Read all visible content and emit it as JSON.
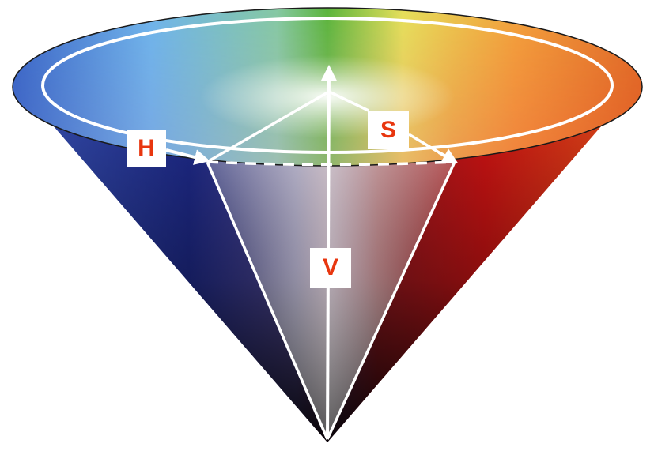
{
  "diagram": {
    "labels": {
      "hue": "H",
      "saturation": "S",
      "value": "V"
    },
    "colors": {
      "label_text": "#e8360f",
      "label_background": "#ffffff",
      "guide_lines": "#ffffff"
    }
  }
}
